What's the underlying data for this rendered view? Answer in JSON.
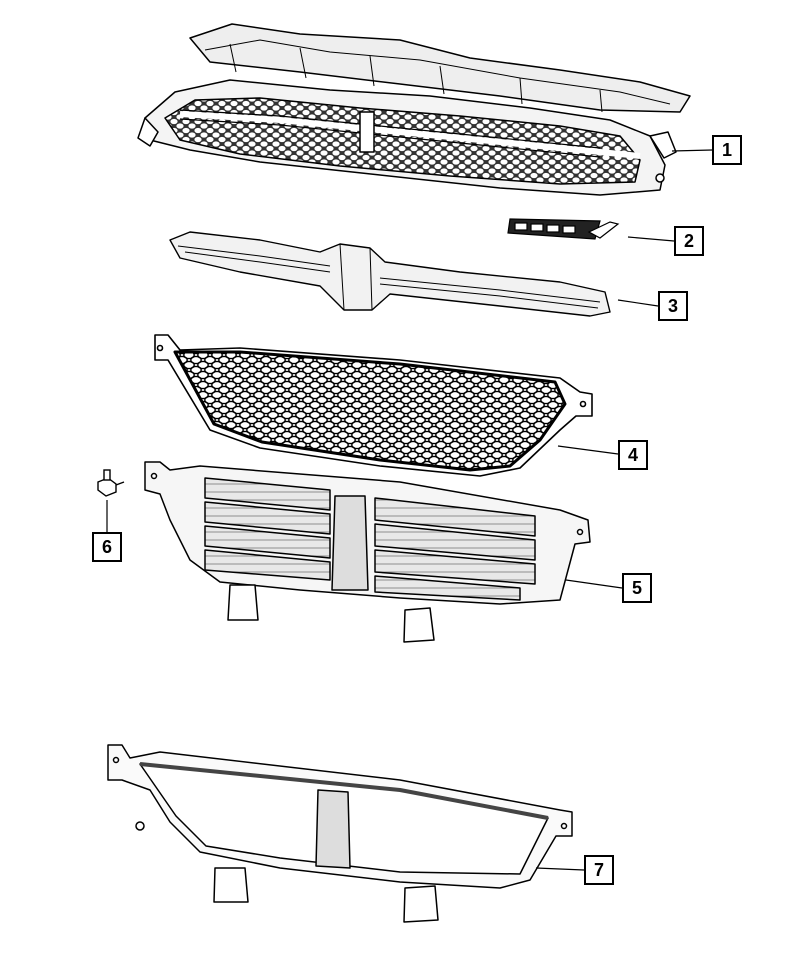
{
  "diagram": {
    "callouts": [
      {
        "id": "1",
        "label": "1"
      },
      {
        "id": "2",
        "label": "2"
      },
      {
        "id": "3",
        "label": "3"
      },
      {
        "id": "4",
        "label": "4"
      },
      {
        "id": "5",
        "label": "5"
      },
      {
        "id": "6",
        "label": "6"
      },
      {
        "id": "7",
        "label": "7"
      }
    ],
    "colors": {
      "line": "#000000",
      "background": "#ffffff",
      "fill": "#f2f2f2",
      "shade": "#d9d9d9"
    }
  }
}
